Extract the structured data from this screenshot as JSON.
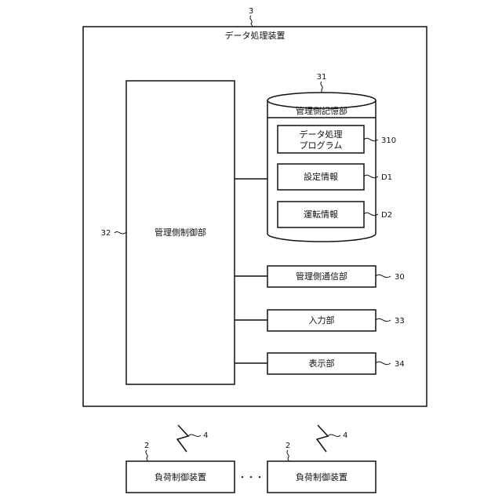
{
  "diagram": {
    "data_processing_device": {
      "ref": "3",
      "label": "データ処理装置"
    },
    "management_storage": {
      "ref": "31",
      "label": "管理側記憶部"
    },
    "program": {
      "ref": "310",
      "line1": "データ処理",
      "line2": "プログラム"
    },
    "setting_info": {
      "ref": "D1",
      "label": "設定情報"
    },
    "operation_info": {
      "ref": "D2",
      "label": "運転情報"
    },
    "management_control": {
      "ref": "32",
      "label": "管理側制御部"
    },
    "management_comm": {
      "ref": "30",
      "label": "管理側通信部"
    },
    "input_unit": {
      "ref": "33",
      "label": "入力部"
    },
    "display_unit": {
      "ref": "34",
      "label": "表示部"
    },
    "wireless_ref": "4",
    "load_control_devices": [
      {
        "ref": "2",
        "label": "負荷制御装置"
      },
      {
        "ref": "2",
        "label": "負荷制御装置"
      }
    ],
    "ellipsis": "・・・"
  }
}
